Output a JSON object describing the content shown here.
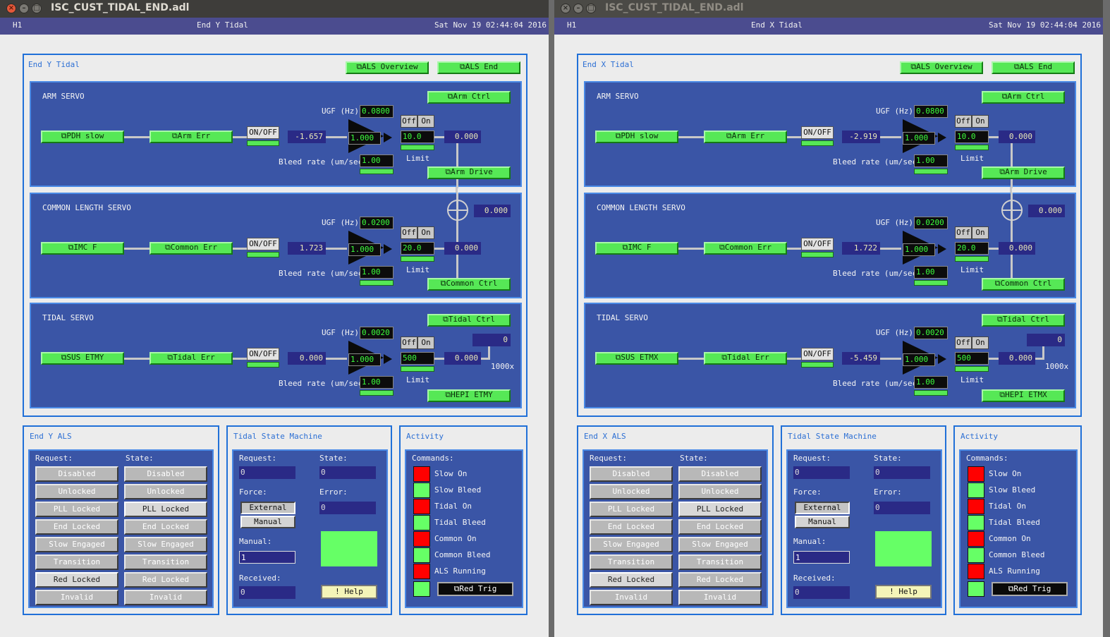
{
  "windows": [
    {
      "title": "ISC_CUST_TIDAL_END.adl",
      "header": {
        "ifo": "H1",
        "name": "End Y Tidal",
        "datetime": "Sat Nov 19 02:44:04 2016"
      },
      "group_title": "End Y Tidal",
      "top_buttons": [
        "⧉ALS Overview",
        "⧉ALS End"
      ],
      "common": {
        "ugf_label": "UGF (Hz)",
        "bleed_label": "Bleed rate (um/sec)",
        "limit_label": "Limit",
        "onoff_label": "ON/OFF",
        "off_label": "Off",
        "on_label": "On"
      },
      "arm": {
        "title": "ARM SERVO",
        "ctrl": "⧉Arm Ctrl",
        "input": "⧉PDH slow",
        "err": "⧉Arm Err",
        "err_val": "-1.657",
        "ugf": "0.0800",
        "gain": "1.000",
        "limit": "10.0",
        "out": "0.000",
        "bleed": "1.00",
        "drive": "⧉Arm Drive"
      },
      "sum_val": "0.000",
      "common_servo": {
        "title": "COMMON LENGTH SERVO",
        "input": "⧉IMC F",
        "err": "⧉Common Err",
        "err_val": "1.723",
        "ugf": "0.0200",
        "gain": "1.000",
        "limit": "20.0",
        "out": "0.000",
        "bleed": "1.00",
        "ctrl": "⧉Common Ctrl"
      },
      "tidal": {
        "title": "TIDAL SERVO",
        "ctrl": "⧉Tidal Ctrl",
        "input": "⧉SUS ETMY",
        "err": "⧉Tidal Err",
        "err_val": "0.000",
        "ugf": "0.0020",
        "gain": "1.000",
        "limit": "500",
        "out": "0.000",
        "bleed": "1.00",
        "hepi_val": "0",
        "mult": "1000x",
        "hepi": "⧉HEPI ETMY"
      },
      "als": {
        "title": "End Y ALS",
        "request_label": "Request:",
        "state_label": "State:",
        "requests": [
          "Disabled",
          "Unlocked",
          "PLL Locked",
          "End Locked",
          "Slow Engaged",
          "Transition",
          "Red Locked",
          "Invalid"
        ],
        "states": [
          "Disabled",
          "Unlocked",
          "PLL Locked",
          "End Locked",
          "Slow Engaged",
          "Transition",
          "Red Locked",
          "Invalid"
        ]
      },
      "tsm": {
        "title": "Tidal State Machine",
        "request_label": "Request:",
        "state_label": "State:",
        "request_val": "0",
        "state_val": "0",
        "force_label": "Force:",
        "error_label": "Error:",
        "external": "External",
        "manual_btn": "Manual",
        "error_val": "0",
        "manual_label": "Manual:",
        "manual_val": "1",
        "received_label": "Received:",
        "received_val": "0",
        "help": "! Help"
      },
      "activity": {
        "title": "Activity",
        "commands_label": "Commands:",
        "commands": [
          {
            "label": "Slow On",
            "color": "#ff0000"
          },
          {
            "label": "Slow Bleed",
            "color": "#66ff66"
          },
          {
            "label": "Tidal On",
            "color": "#ff0000"
          },
          {
            "label": "Tidal Bleed",
            "color": "#66ff66"
          },
          {
            "label": "Common On",
            "color": "#ff0000"
          },
          {
            "label": "Common Bleed",
            "color": "#66ff66"
          },
          {
            "label": "ALS Running",
            "color": "#ff0000"
          }
        ],
        "red_trig_led": "#66ff66",
        "red_trig": "⧉Red Trig"
      }
    },
    {
      "title": "ISC_CUST_TIDAL_END.adl",
      "header": {
        "ifo": "H1",
        "name": "End X Tidal",
        "datetime": "Sat Nov 19 02:44:04 2016"
      },
      "group_title": "End X Tidal",
      "top_buttons": [
        "⧉ALS Overview",
        "⧉ALS End"
      ],
      "common": {
        "ugf_label": "UGF (Hz)",
        "bleed_label": "Bleed rate (um/sec)",
        "limit_label": "Limit",
        "onoff_label": "ON/OFF",
        "off_label": "Off",
        "on_label": "On"
      },
      "arm": {
        "title": "ARM SERVO",
        "ctrl": "⧉Arm Ctrl",
        "input": "⧉PDH slow",
        "err": "⧉Arm Err",
        "err_val": "-2.919",
        "ugf": "0.0800",
        "gain": "1.000",
        "limit": "10.0",
        "out": "0.000",
        "bleed": "1.00",
        "drive": "⧉Arm Drive"
      },
      "sum_val": "0.000",
      "common_servo": {
        "title": "COMMON LENGTH SERVO",
        "input": "⧉IMC F",
        "err": "⧉Common Err",
        "err_val": "1.722",
        "ugf": "0.0200",
        "gain": "1.000",
        "limit": "20.0",
        "out": "0.000",
        "bleed": "1.00",
        "ctrl": "⧉Common Ctrl"
      },
      "tidal": {
        "title": "TIDAL SERVO",
        "ctrl": "⧉Tidal Ctrl",
        "input": "⧉SUS ETMX",
        "err": "⧉Tidal Err",
        "err_val": "-5.459",
        "ugf": "0.0020",
        "gain": "1.000",
        "limit": "500",
        "out": "0.000",
        "bleed": "1.00",
        "hepi_val": "0",
        "mult": "1000x",
        "hepi": "⧉HEPI ETMX"
      },
      "als": {
        "title": "End X ALS",
        "request_label": "Request:",
        "state_label": "State:",
        "requests": [
          "Disabled",
          "Unlocked",
          "PLL Locked",
          "End Locked",
          "Slow Engaged",
          "Transition",
          "Red Locked",
          "Invalid"
        ],
        "states": [
          "Disabled",
          "Unlocked",
          "PLL Locked",
          "End Locked",
          "Slow Engaged",
          "Transition",
          "Red Locked",
          "Invalid"
        ]
      },
      "tsm": {
        "title": "Tidal State Machine",
        "request_label": "Request:",
        "state_label": "State:",
        "request_val": "0",
        "state_val": "0",
        "force_label": "Force:",
        "error_label": "Error:",
        "external": "External",
        "manual_btn": "Manual",
        "error_val": "0",
        "manual_label": "Manual:",
        "manual_val": "1",
        "received_label": "Received:",
        "received_val": "0",
        "help": "! Help"
      },
      "activity": {
        "title": "Activity",
        "commands_label": "Commands:",
        "commands": [
          {
            "label": "Slow On",
            "color": "#ff0000"
          },
          {
            "label": "Slow Bleed",
            "color": "#66ff66"
          },
          {
            "label": "Tidal On",
            "color": "#ff0000"
          },
          {
            "label": "Tidal Bleed",
            "color": "#66ff66"
          },
          {
            "label": "Common On",
            "color": "#ff0000"
          },
          {
            "label": "Common Bleed",
            "color": "#66ff66"
          },
          {
            "label": "ALS Running",
            "color": "#ff0000"
          }
        ],
        "red_trig_led": "#66ff66",
        "red_trig": "⧉Red Trig"
      }
    }
  ]
}
